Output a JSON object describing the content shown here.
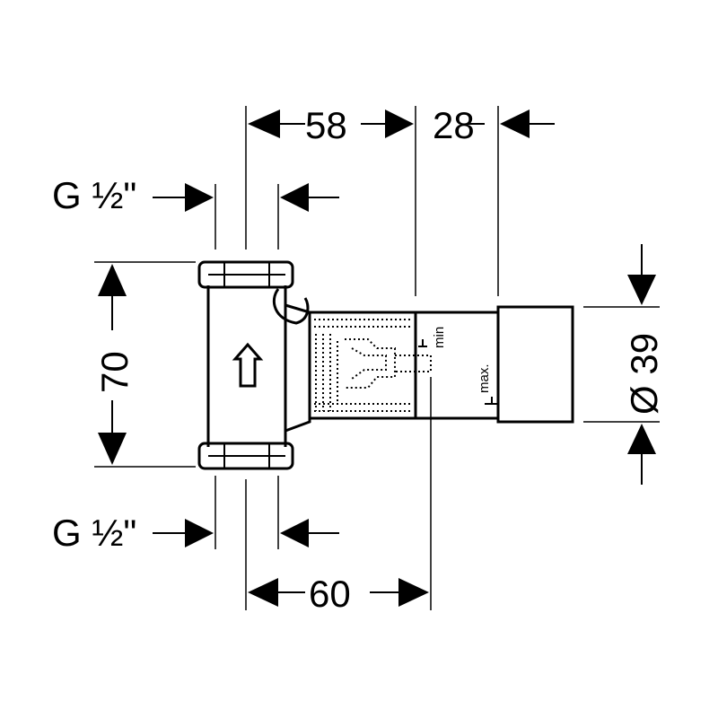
{
  "dimensions": {
    "top_left": "58",
    "top_right": "28",
    "bottom": "60",
    "height": "70",
    "diameter": "Ø 39",
    "thread_top": "G ½\"",
    "thread_bottom": "G ½\""
  },
  "labels": {
    "min": "min",
    "max": "max."
  },
  "colors": {
    "line": "#000000",
    "background": "#ffffff"
  }
}
